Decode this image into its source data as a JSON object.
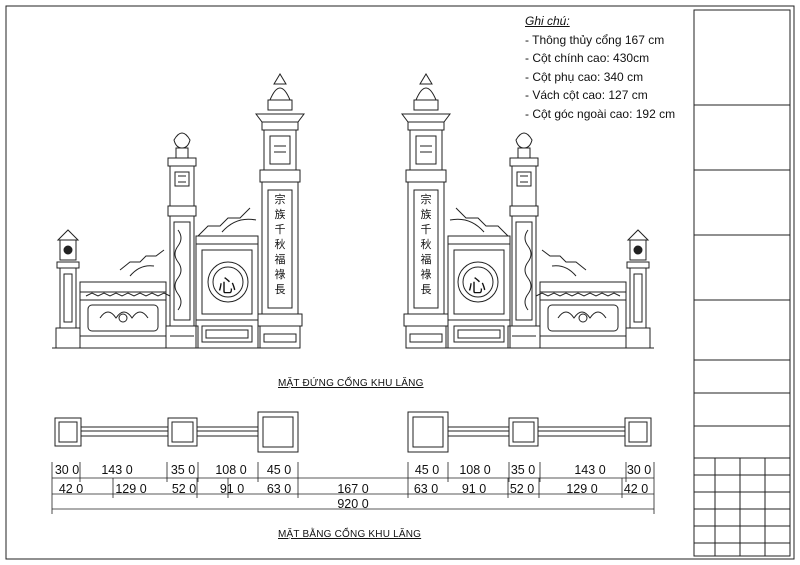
{
  "notes": {
    "heading": "Ghi chú:",
    "items": [
      "- Thông thủy cổng 167 cm",
      "- Cột chính cao: 430cm",
      "- Cột phụ cao: 340 cm",
      "- Vách cột cao: 127 cm",
      "- Cột góc ngoài cao: 192 cm"
    ]
  },
  "elevation_title": "MẶT ĐỨNG CỔNG KHU LĂNG",
  "plan_title": "MẶT BẰNG CỔNG KHU LĂNG",
  "left_inscription": "宗族千秋",
  "left_inscription_b": "福祿長",
  "right_inscription": "宗族千秋",
  "right_inscription_b": "福祿長",
  "medallion_glyph": "心",
  "dims_row1": [
    "30 0",
    "143 0",
    "35 0",
    "108 0",
    "45 0",
    "45 0",
    "108 0",
    "35 0",
    "143 0",
    "30 0"
  ],
  "dims_row2": [
    "42 0",
    "129 0",
    "52 0",
    "91 0",
    "63 0",
    "167 0",
    "63 0",
    "91 0",
    "52 0",
    "129 0",
    "42 0"
  ],
  "dims_total": "920 0",
  "colors": {
    "line": "#222222",
    "paper": "#ffffff"
  }
}
